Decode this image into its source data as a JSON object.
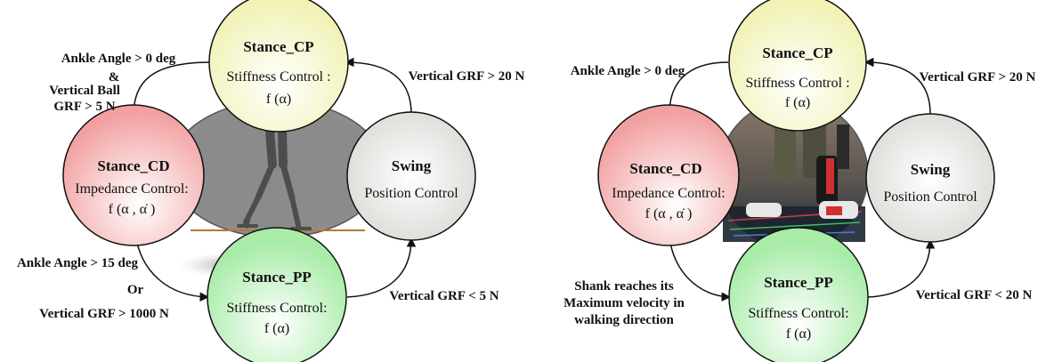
{
  "left": {
    "states": {
      "cp": {
        "title": "Stance_CP",
        "line1": "Stiffness Control :",
        "line2": "f (α)"
      },
      "cd": {
        "title": "Stance_CD",
        "line1": "Impedance Control:",
        "line2": "f (α , α̇ )"
      },
      "swing": {
        "title": "Swing",
        "line1": "Position Control"
      },
      "pp": {
        "title": "Stance_PP",
        "line1": "Stiffness Control:",
        "line2": "f (α)"
      }
    },
    "transitions": {
      "cp_to_cd": [
        "Ankle Angle > 0 deg",
        "&",
        "Vertical Ball",
        "GRF > 5 N"
      ],
      "swing_to_cp": [
        "Vertical GRF > 20 N"
      ],
      "cd_to_pp": [
        "Ankle Angle > 15 deg",
        "Or",
        "Vertical GRF > 1000 N"
      ],
      "pp_to_swing": [
        "Vertical GRF < 5 N"
      ]
    }
  },
  "right": {
    "states": {
      "cp": {
        "title": "Stance_CP",
        "line1": "Stiffness Control :",
        "line2": "f (α)"
      },
      "cd": {
        "title": "Stance_CD",
        "line1": "Impedance Control:",
        "line2": "f (α , α̇ )"
      },
      "swing": {
        "title": "Swing",
        "line1": "Position Control"
      },
      "pp": {
        "title": "Stance_PP",
        "line1": "Stiffness Control:",
        "line2": "f (α)"
      }
    },
    "transitions": {
      "cp_to_cd": [
        "Ankle Angle > 0 deg"
      ],
      "swing_to_cp": [
        "Vertical GRF > 20 N"
      ],
      "cd_to_pp": [
        "Shank reaches its",
        "Maximum velocity in",
        "walking direction"
      ],
      "pp_to_swing": [
        "Vertical GRF < 20 N"
      ]
    }
  }
}
